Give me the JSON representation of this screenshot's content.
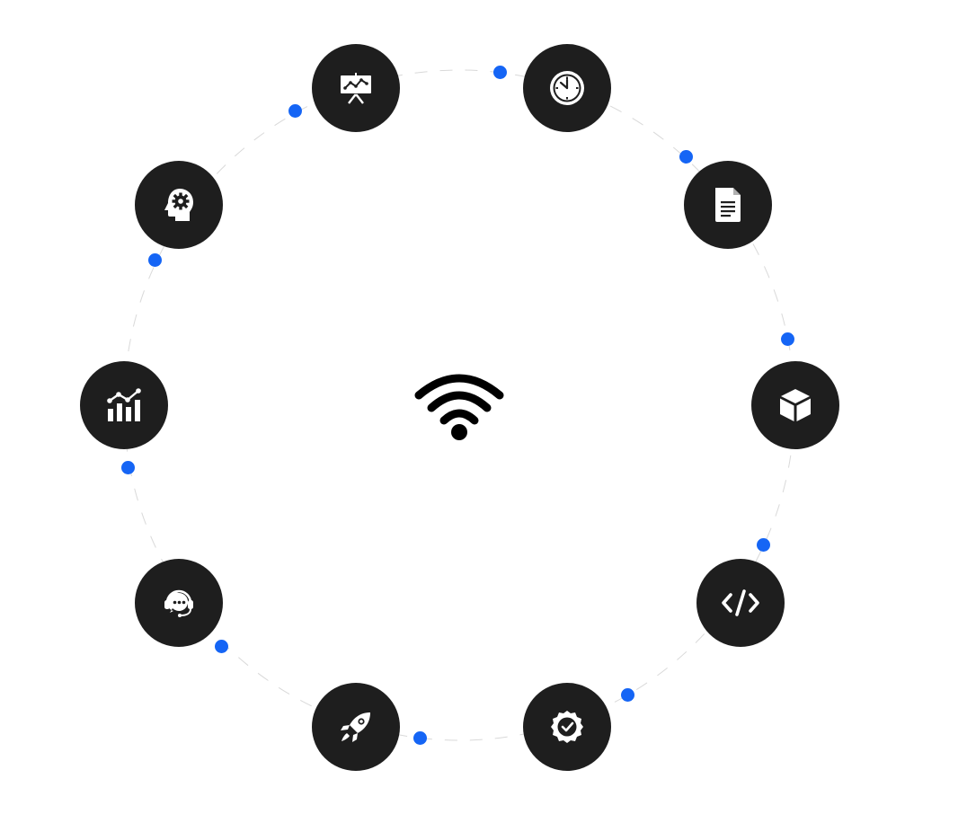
{
  "colors": {
    "node_fill": "#1e1e1e",
    "icon_fill": "#ffffff",
    "dot": "#1565f5",
    "ring": "#d9d9d9",
    "center_icon": "#000000"
  },
  "center": {
    "icon": "wifi-icon"
  },
  "nodes": [
    {
      "id": "presentation",
      "icon": "presentation-chart-icon"
    },
    {
      "id": "clock",
      "icon": "clock-icon"
    },
    {
      "id": "document",
      "icon": "document-icon"
    },
    {
      "id": "box",
      "icon": "cube-icon"
    },
    {
      "id": "code",
      "icon": "code-icon"
    },
    {
      "id": "badge",
      "icon": "verified-badge-icon"
    },
    {
      "id": "rocket",
      "icon": "rocket-icon"
    },
    {
      "id": "support",
      "icon": "support-headset-icon"
    },
    {
      "id": "analytics",
      "icon": "bar-chart-icon"
    },
    {
      "id": "mind",
      "icon": "head-gear-icon"
    }
  ]
}
